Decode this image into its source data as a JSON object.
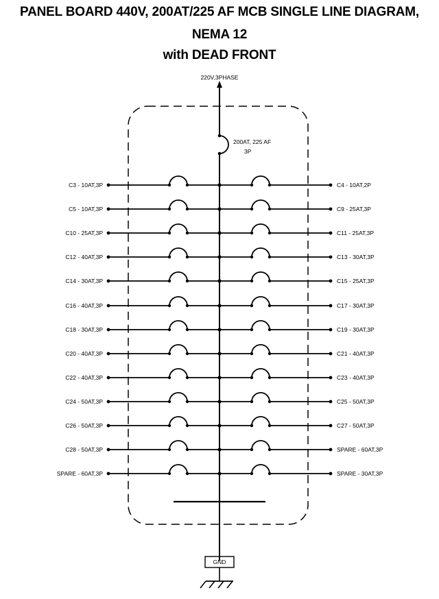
{
  "title": {
    "line1": "PANEL BOARD 440V, 200AT/225 AF MCB SINGLE LINE DIAGRAM,",
    "line2": "NEMA 12",
    "line3": "with DEAD FRONT"
  },
  "supply": {
    "label": "220V,3PHASE"
  },
  "main_breaker": {
    "label_line1": "200AT, 225 AF",
    "label_line2": "3P"
  },
  "ground": {
    "label": "GND"
  },
  "circuits": {
    "left": [
      "C3 - 10AT,3P",
      "C5 - 10AT,3P",
      "C10 - 25AT,3P",
      "C12 - 40AT,3P",
      "C14 - 30AT,3P",
      "C16 - 40AT,3P",
      "C18 - 30AT,3P",
      "C20 - 40AT,3P",
      "C22 - 40AT,3P",
      "C24 - 50AT,3P",
      "C26 - 50AT,3P",
      "C28 - 50AT,3P",
      "SPARE - 60AT,3P"
    ],
    "right": [
      "C4 - 10AT,2P",
      "C9 - 25AT,3P",
      "C11 - 25AT,3P",
      "C13 - 30AT,3P",
      "C15 - 25AT,3P",
      "C17 - 30AT,3P",
      "C19 - 30AT,3P",
      "C21 - 40AT,3P",
      "C23 - 40AT,3P",
      "C25 - 50AT,3P",
      "C27 - 50AT,3P",
      "SPARE - 60AT,3P",
      "SPARE - 30AT,3P"
    ]
  }
}
